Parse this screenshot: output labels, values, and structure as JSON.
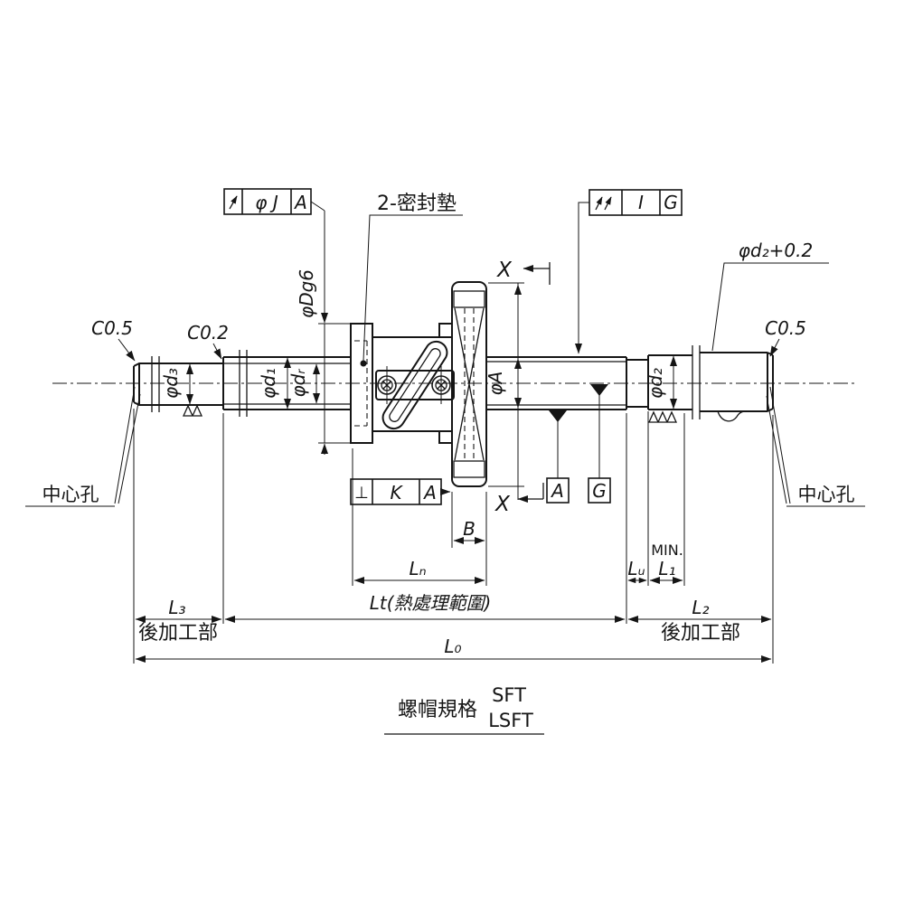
{
  "callouts": {
    "j_frame": {
      "tolerance": "φ J",
      "datum": "A"
    },
    "i_frame": {
      "tolerance": "I",
      "datum": "G"
    },
    "k_frame": {
      "symbol": "⊥",
      "tolerance": "K",
      "datum": "A"
    },
    "datum_boxes": {
      "a": "A",
      "g": "G"
    }
  },
  "section_marks": {
    "top": "X",
    "bottom": "X"
  },
  "annotations": {
    "seal_label": "2-密封墊",
    "center_hole_left": "中心孔",
    "center_hole_right": "中心孔",
    "chamfer_left_end": "C0.5",
    "chamfer_left_step": "C0.2",
    "chamfer_right_end": "C0.5",
    "unground_ext": "φd₂+0.2"
  },
  "diameters": {
    "d3": "φd₃",
    "d1": "φd₁",
    "dr": "φdᵣ",
    "nut_od": "φDg6",
    "flange": "φA",
    "d2": "φd₂"
  },
  "lengths": {
    "b": "B",
    "ln": "Lₙ",
    "lu": "Lᵤ",
    "l1": "L₁",
    "l1_min": "MIN.",
    "lt": "Lt(熱處理範圍)",
    "l3": "L₃",
    "l2": "L₂",
    "l0": "L₀",
    "post_machined_left": "後加工部",
    "post_machined_right": "後加工部"
  },
  "title_block": {
    "label": "螺帽規格",
    "nut_type_top": "SFT",
    "nut_type_bottom": "LSFT"
  }
}
